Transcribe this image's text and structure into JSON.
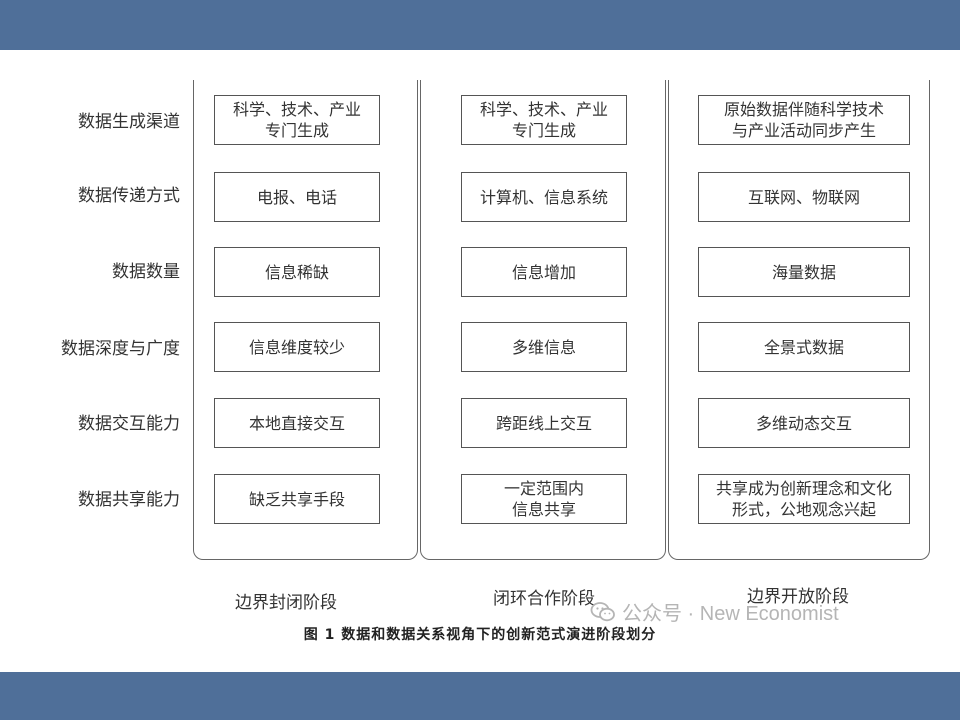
{
  "rows": [
    {
      "label": "数据生成渠道"
    },
    {
      "label": "数据传递方式"
    },
    {
      "label": "数据数量"
    },
    {
      "label": "数据深度与广度"
    },
    {
      "label": "数据交互能力"
    },
    {
      "label": "数据共享能力"
    }
  ],
  "stages": [
    {
      "name": "边界封闭阶段",
      "cells": [
        "科学、技术、产业\n专门生成",
        "电报、电话",
        "信息稀缺",
        "信息维度较少",
        "本地直接交互",
        "缺乏共享手段"
      ]
    },
    {
      "name": "闭环合作阶段",
      "cells": [
        "科学、技术、产业\n专门生成",
        "计算机、信息系统",
        "信息增加",
        "多维信息",
        "跨距线上交互",
        "一定范围内\n信息共享"
      ]
    },
    {
      "name": "边界开放阶段",
      "cells": [
        "原始数据伴随科学技术\n与产业活动同步产生",
        "互联网、物联网",
        "海量数据",
        "全景式数据",
        "多维动态交互",
        "共享成为创新理念和文化\n形式，公地观念兴起"
      ]
    }
  ],
  "caption": "图 1   数据和数据关系视角下的创新范式演进阶段划分",
  "watermark": {
    "text": "公众号 · New Economist",
    "icon": "wechat-icon"
  },
  "colors": {
    "band": "#4f6f99",
    "border": "#555555",
    "watermark": "#b5b5b5"
  }
}
